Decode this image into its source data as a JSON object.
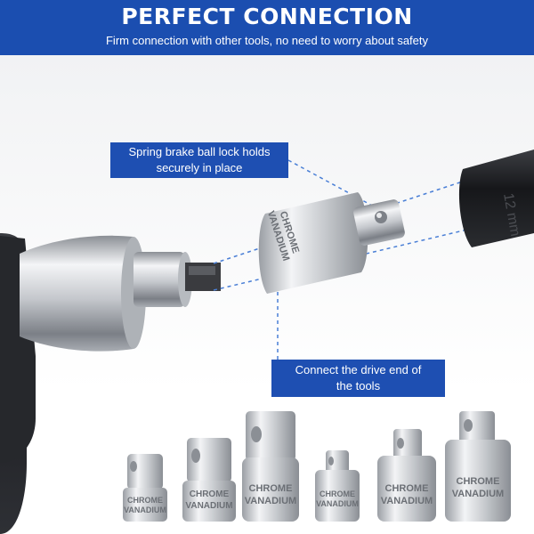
{
  "banner": {
    "title": "PERFECT CONNECTION",
    "subtitle": "Firm connection with other tools, no need to worry about safety"
  },
  "callouts": {
    "top": {
      "line1": "Spring brake ball lock holds",
      "line2": "securely in place"
    },
    "bottom": {
      "line1": "Connect the drive end of",
      "line2": "the tools"
    }
  },
  "engraving": {
    "word1": "CHROME",
    "word2": "VANADIUM"
  },
  "socket_marking": "12 mm",
  "colors": {
    "brand_blue": "#1b4eb0",
    "dark_tool": "#2b2d31",
    "chrome": "#c9ccd1"
  }
}
